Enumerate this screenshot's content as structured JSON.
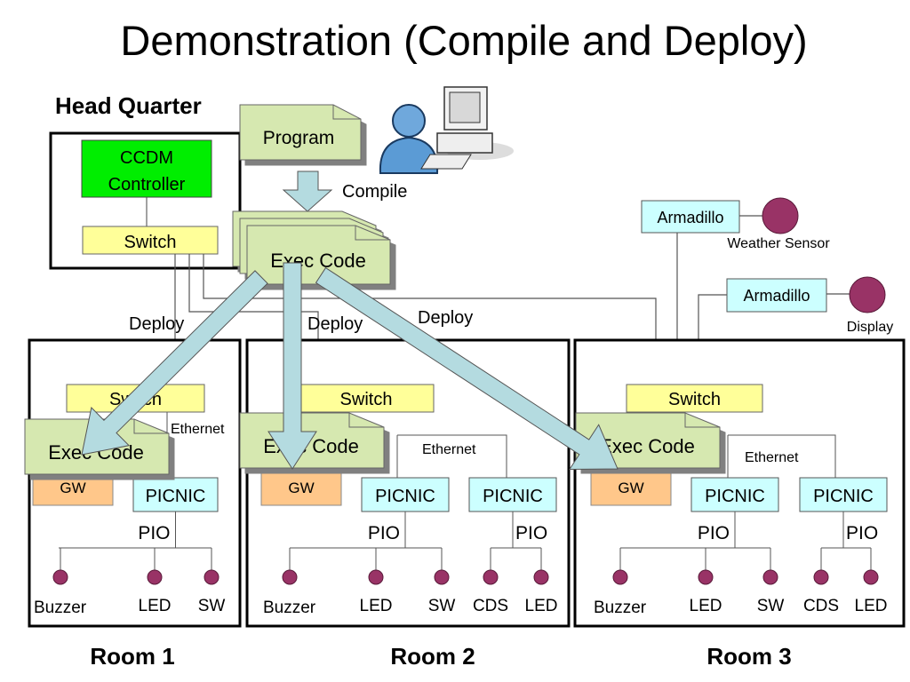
{
  "title": "Demonstration (Compile and Deploy)",
  "hq": {
    "label": "Head Quarter",
    "controller_line1": "CCDM",
    "controller_line2": "Controller",
    "switch": "Switch"
  },
  "program": "Program",
  "compile": "Compile",
  "exec_code": "Exec Code",
  "deploy": [
    "Deploy",
    "Deploy",
    "Deploy"
  ],
  "external": {
    "armadillo1": "Armadillo",
    "sensor1": "Weather Sensor",
    "armadillo2": "Armadillo",
    "sensor2": "Display"
  },
  "rooms": [
    {
      "label": "Room 1",
      "switch": "Switch",
      "ethernet": "Ethernet",
      "exec_code": "Exec Code",
      "gw": "GW",
      "picnics": [
        {
          "label": "PICNIC",
          "pio": "PIO",
          "devices": [
            "Buzzer",
            "LED",
            "SW"
          ]
        }
      ]
    },
    {
      "label": "Room 2",
      "switch": "Switch",
      "ethernet": "Ethernet",
      "exec_code": "Exec Code",
      "gw": "GW",
      "picnics": [
        {
          "label": "PICNIC",
          "pio": "PIO",
          "devices": [
            "Buzzer",
            "LED",
            "SW"
          ]
        },
        {
          "label": "PICNIC",
          "pio": "PIO",
          "devices": [
            "CDS",
            "LED"
          ]
        }
      ]
    },
    {
      "label": "Room 3",
      "switch": "Switch",
      "ethernet": "Ethernet",
      "exec_code": "Exec Code",
      "gw": "GW",
      "picnics": [
        {
          "label": "PICNIC",
          "pio": "PIO",
          "devices": [
            "Buzzer",
            "LED",
            "SW"
          ]
        },
        {
          "label": "PICNIC",
          "pio": "PIO",
          "devices": [
            "CDS",
            "LED"
          ]
        }
      ]
    }
  ],
  "colors": {
    "controller": "#00ee00",
    "switch": "#ffff99",
    "doc": "#d6e8b0",
    "picnic": "#ccffff",
    "gw": "#ffc78a",
    "arrow": "#b4dbe0",
    "device": "#993366"
  }
}
